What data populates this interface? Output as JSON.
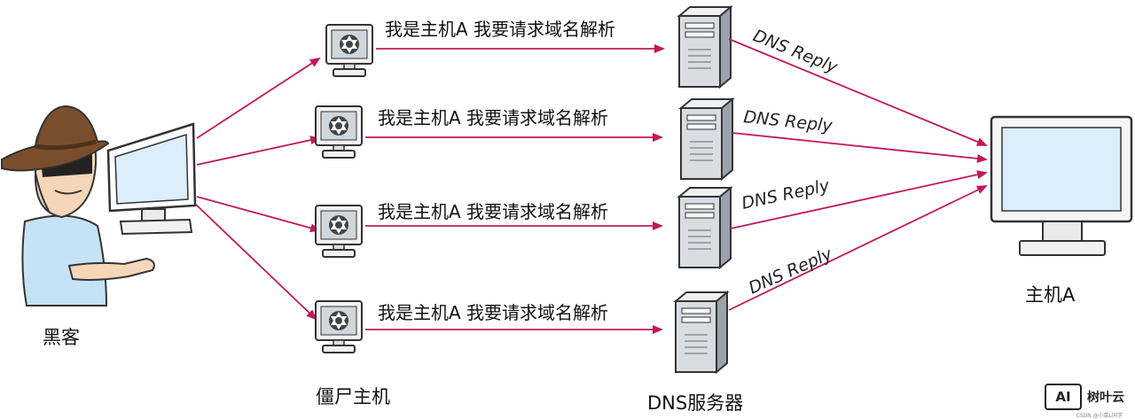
{
  "labels": {
    "hacker": "黑客",
    "zombie": "僵尸主机",
    "dns_server": "DNS服务器",
    "host_a": "主机A"
  },
  "request_messages": [
    "我是主机A  我要请求域名解析",
    "我是主机A  我要请求域名解析",
    "我是主机A  我要请求域名解析",
    "我是主机A  我要请求域名解析"
  ],
  "reply_messages": [
    "DNS Reply",
    "DNS Reply",
    "DNS Reply",
    "DNS Reply"
  ],
  "colors": {
    "arrow": "#c2185b",
    "monitor_screen": "#dbeefa",
    "hat": "#7a4e2d",
    "server": "#d9dde2"
  },
  "watermark": {
    "badge": "AI",
    "name": "树叶云",
    "sub": "CSDN @小菜L同学"
  }
}
